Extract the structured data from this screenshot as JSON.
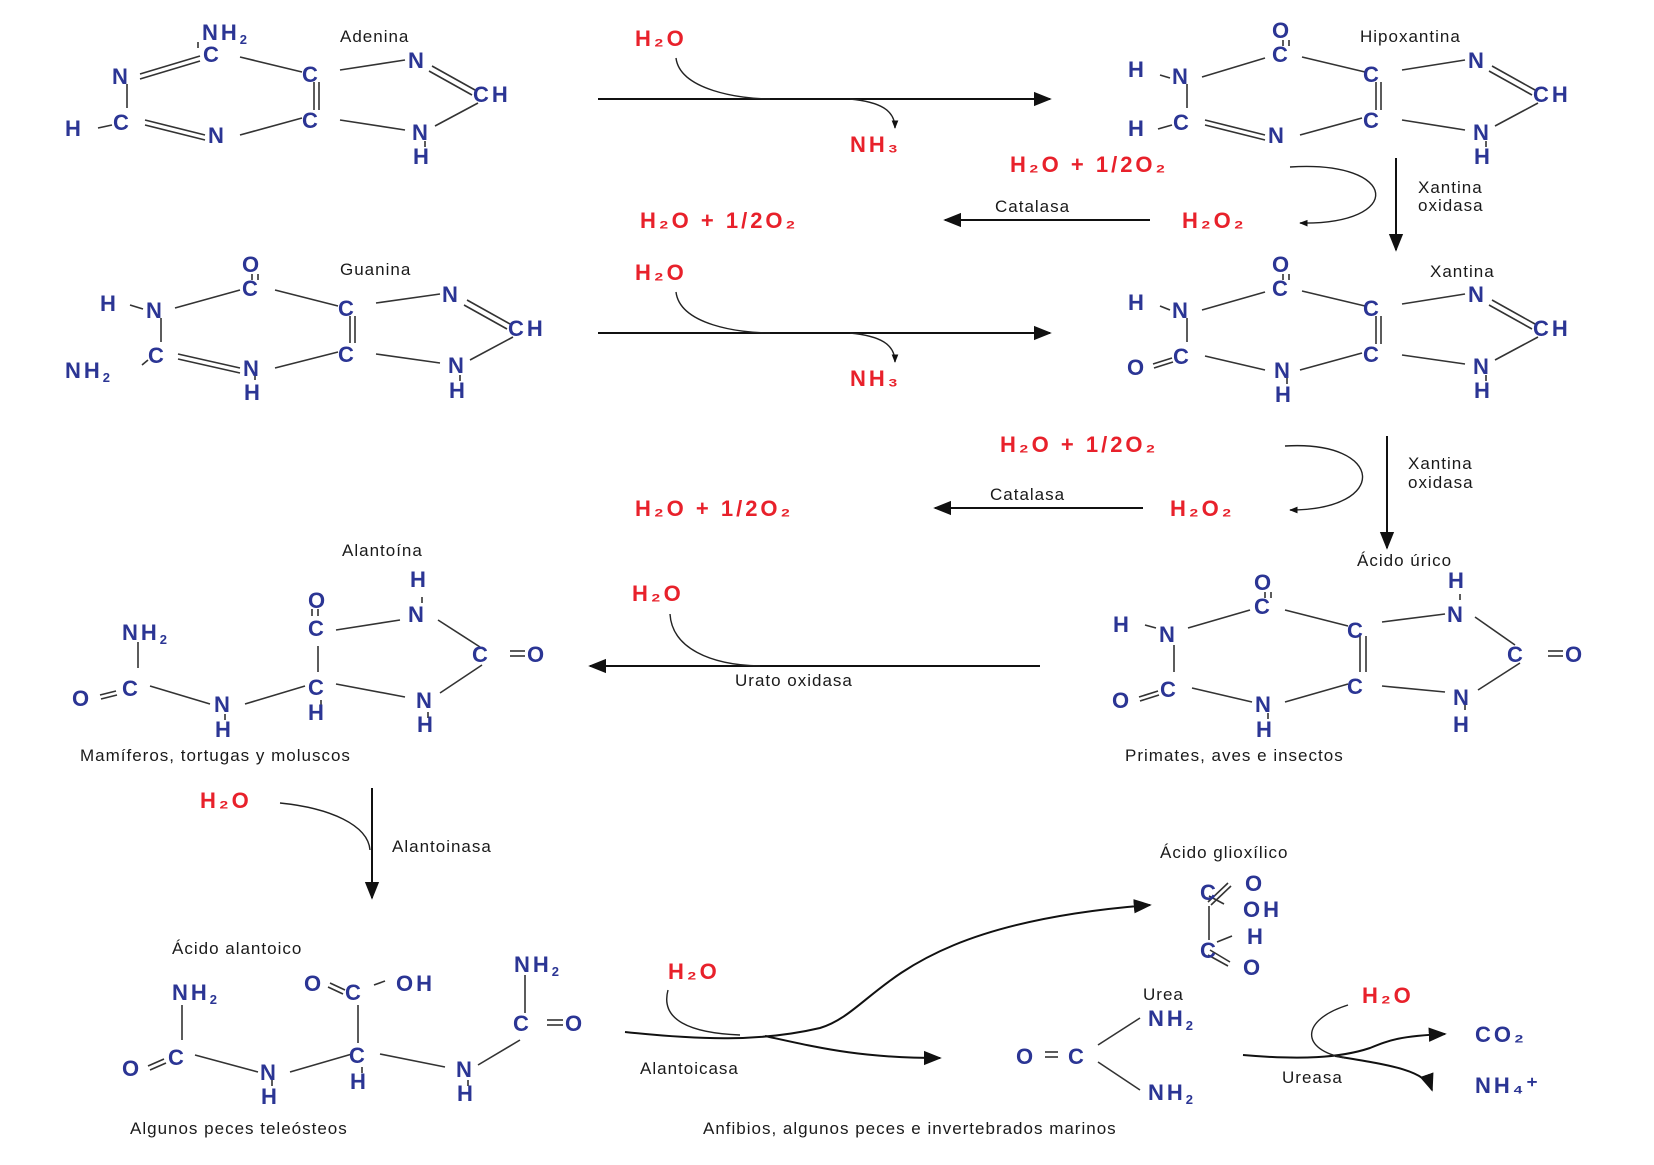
{
  "title": "Degradación de purinas",
  "colors": {
    "atom": "#2b3594",
    "reagent": "#e8212b",
    "text": "#1a1a1a"
  },
  "molecules": {
    "adenina": {
      "name": "Adenina"
    },
    "hipoxantina": {
      "name": "Hipoxantina"
    },
    "guanina": {
      "name": "Guanina"
    },
    "xantina": {
      "name": "Xantina"
    },
    "acido_urico": {
      "name": "Ácido úrico",
      "organisms": "Primates, aves e insectos"
    },
    "alantoina": {
      "name": "Alantoína",
      "organisms": "Mamíferos, tortugas y moluscos"
    },
    "acido_alantoico": {
      "name": "Ácido alantoico",
      "organisms": "Algunos peces teleósteos"
    },
    "acido_glioxilico": {
      "name": "Ácido glioxílico"
    },
    "urea": {
      "name": "Urea",
      "organisms": "Anfibios, algunos peces e invertebrados marinos"
    }
  },
  "enzymes": {
    "catalasa_1": "Catalasa",
    "catalasa_2": "Catalasa",
    "xantina_oxidasa_1": [
      "Xantina",
      "oxidasa"
    ],
    "xantina_oxidasa_2": [
      "Xantina",
      "oxidasa"
    ],
    "urato_oxidasa": "Urato oxidasa",
    "alantoinasa": "Alantoinasa",
    "alantoicasa": "Alantoicasa",
    "ureasa": "Ureasa"
  },
  "reagents": {
    "h2o": "H₂O",
    "nh3": "NH₃",
    "h2o2": "H₂O₂",
    "h2o_half_o2": "H₂O  +  1/2O₂",
    "co2": "CO₂",
    "nh4": "NH₄⁺"
  }
}
